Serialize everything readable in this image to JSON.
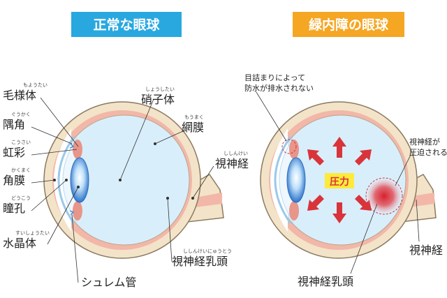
{
  "normal_eye": {
    "title": "正常な眼球",
    "title_color": "#29a8e0",
    "labels": {
      "ciliary_body": {
        "text": "毛様体",
        "ruby": "もようたい"
      },
      "angle": {
        "text": "隅角",
        "ruby": "ぐうかく"
      },
      "iris": {
        "text": "虹彩",
        "ruby": "こうさい"
      },
      "cornea": {
        "text": "角膜",
        "ruby": "かくまく"
      },
      "pupil": {
        "text": "瞳孔",
        "ruby": "どうこう"
      },
      "lens": {
        "text": "水晶体",
        "ruby": "すいしょうたい"
      },
      "schlemm": {
        "text": "シュレム管",
        "ruby": ""
      },
      "vitreous": {
        "text": "硝子体",
        "ruby": "しょうしたい"
      },
      "retina": {
        "text": "網膜",
        "ruby": "もうまく"
      },
      "optic_nerve": {
        "text": "視神経",
        "ruby": "ししんけい"
      },
      "optic_disc": {
        "text": "視神経乳頭",
        "ruby": "ししんけいにゅうとう"
      }
    }
  },
  "glaucoma_eye": {
    "title": "緑内障の眼球",
    "title_color": "#f5a623",
    "note_drainage_line1": "目詰まりによって",
    "note_drainage_line2": "防水が排水されない",
    "note_nerve_line1": "視神経が",
    "note_nerve_line2": "圧迫される",
    "pressure": "圧力",
    "pressure_color": "#fdea3c",
    "arrow_color": "#d8343a",
    "optic_disc": "視神経乳頭",
    "optic_nerve": "視神経"
  },
  "colors": {
    "sclera": "#f3e3c8",
    "outline": "#8a7a60",
    "choroid": "#f2b7a8",
    "vitreous": "#d9eefb",
    "iris": "#e8958a",
    "lens_blue": "#3a86d6"
  }
}
